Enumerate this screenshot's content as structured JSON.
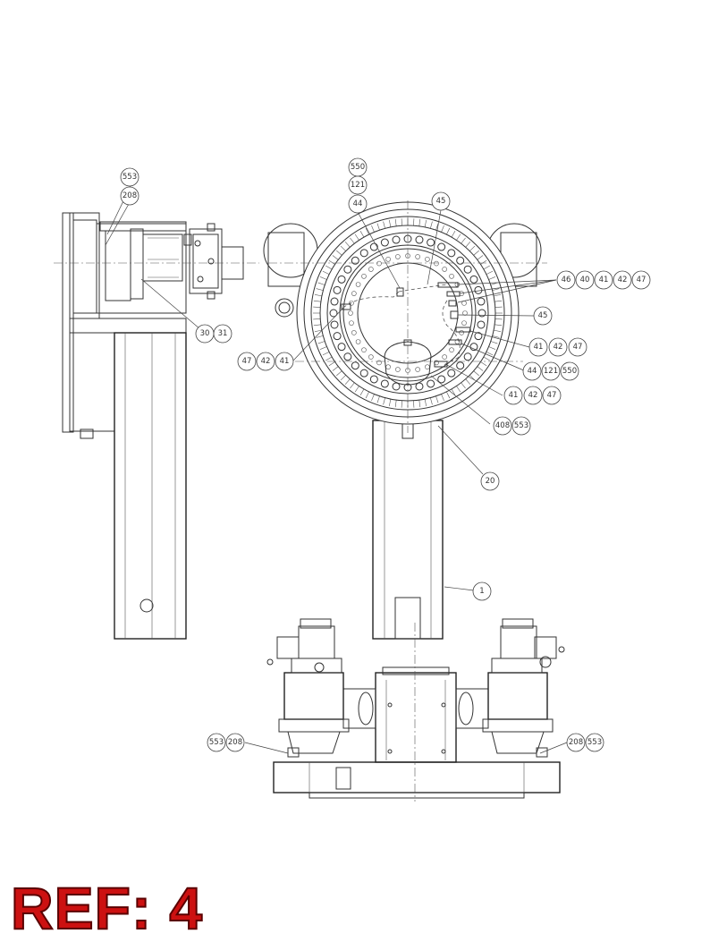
{
  "ref_label": "REF: 4",
  "callouts": {
    "side_view": [
      "553",
      "208",
      "30",
      "31"
    ],
    "front_view": [
      "550",
      "121",
      "44",
      "45",
      "46",
      "40",
      "41",
      "42",
      "47",
      "45",
      "41",
      "42",
      "47",
      "44",
      "121",
      "550",
      "41",
      "42",
      "47",
      "408",
      "553",
      "20",
      "1",
      "47",
      "42",
      "41"
    ],
    "bottom_view": [
      "553",
      "208",
      "208",
      "553"
    ]
  },
  "colors": {
    "ref_label": "#cc1111",
    "lines": "#333333"
  }
}
